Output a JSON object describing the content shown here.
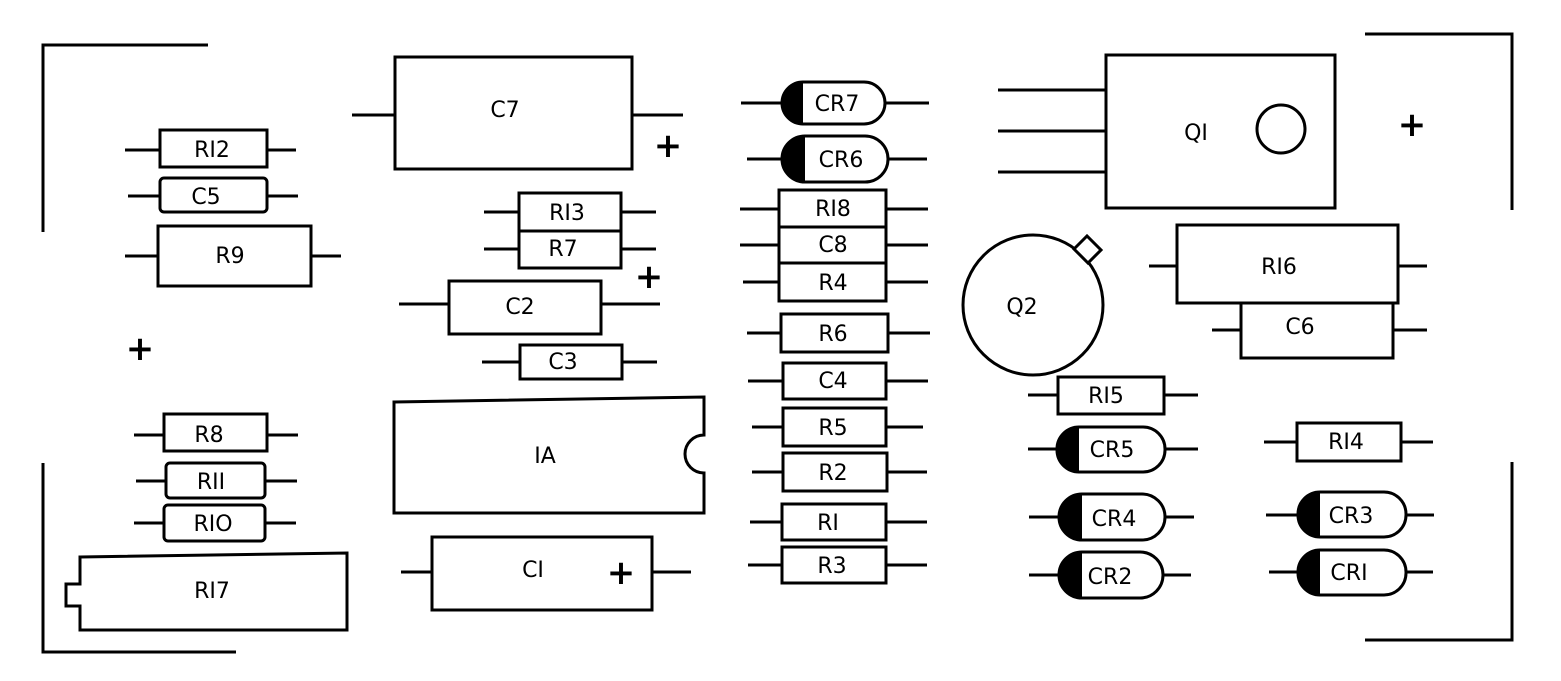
{
  "components": {
    "C7": "C7",
    "R12": "RI2",
    "C5": "C5",
    "R9": "R9",
    "R13": "RI3",
    "R7": "R7",
    "C2": "C2",
    "C3": "C3",
    "R8": "R8",
    "R11": "RII",
    "R10": "RIO",
    "R17": "RI7",
    "IA": "IA",
    "C1": "CI",
    "CR7": "CR7",
    "CR6": "CR6",
    "R18": "RI8",
    "C8": "C8",
    "R4": "R4",
    "R6": "R6",
    "C4": "C4",
    "R5": "R5",
    "R2": "R2",
    "R1": "RI",
    "R3": "R3",
    "Q1": "QI",
    "Q2": "Q2",
    "R16": "RI6",
    "C6": "C6",
    "R15": "RI5",
    "CR5": "CR5",
    "R14": "RI4",
    "CR4": "CR4",
    "CR3": "CR3",
    "CR2": "CR2",
    "CR1": "CRI"
  },
  "polarity": "+"
}
